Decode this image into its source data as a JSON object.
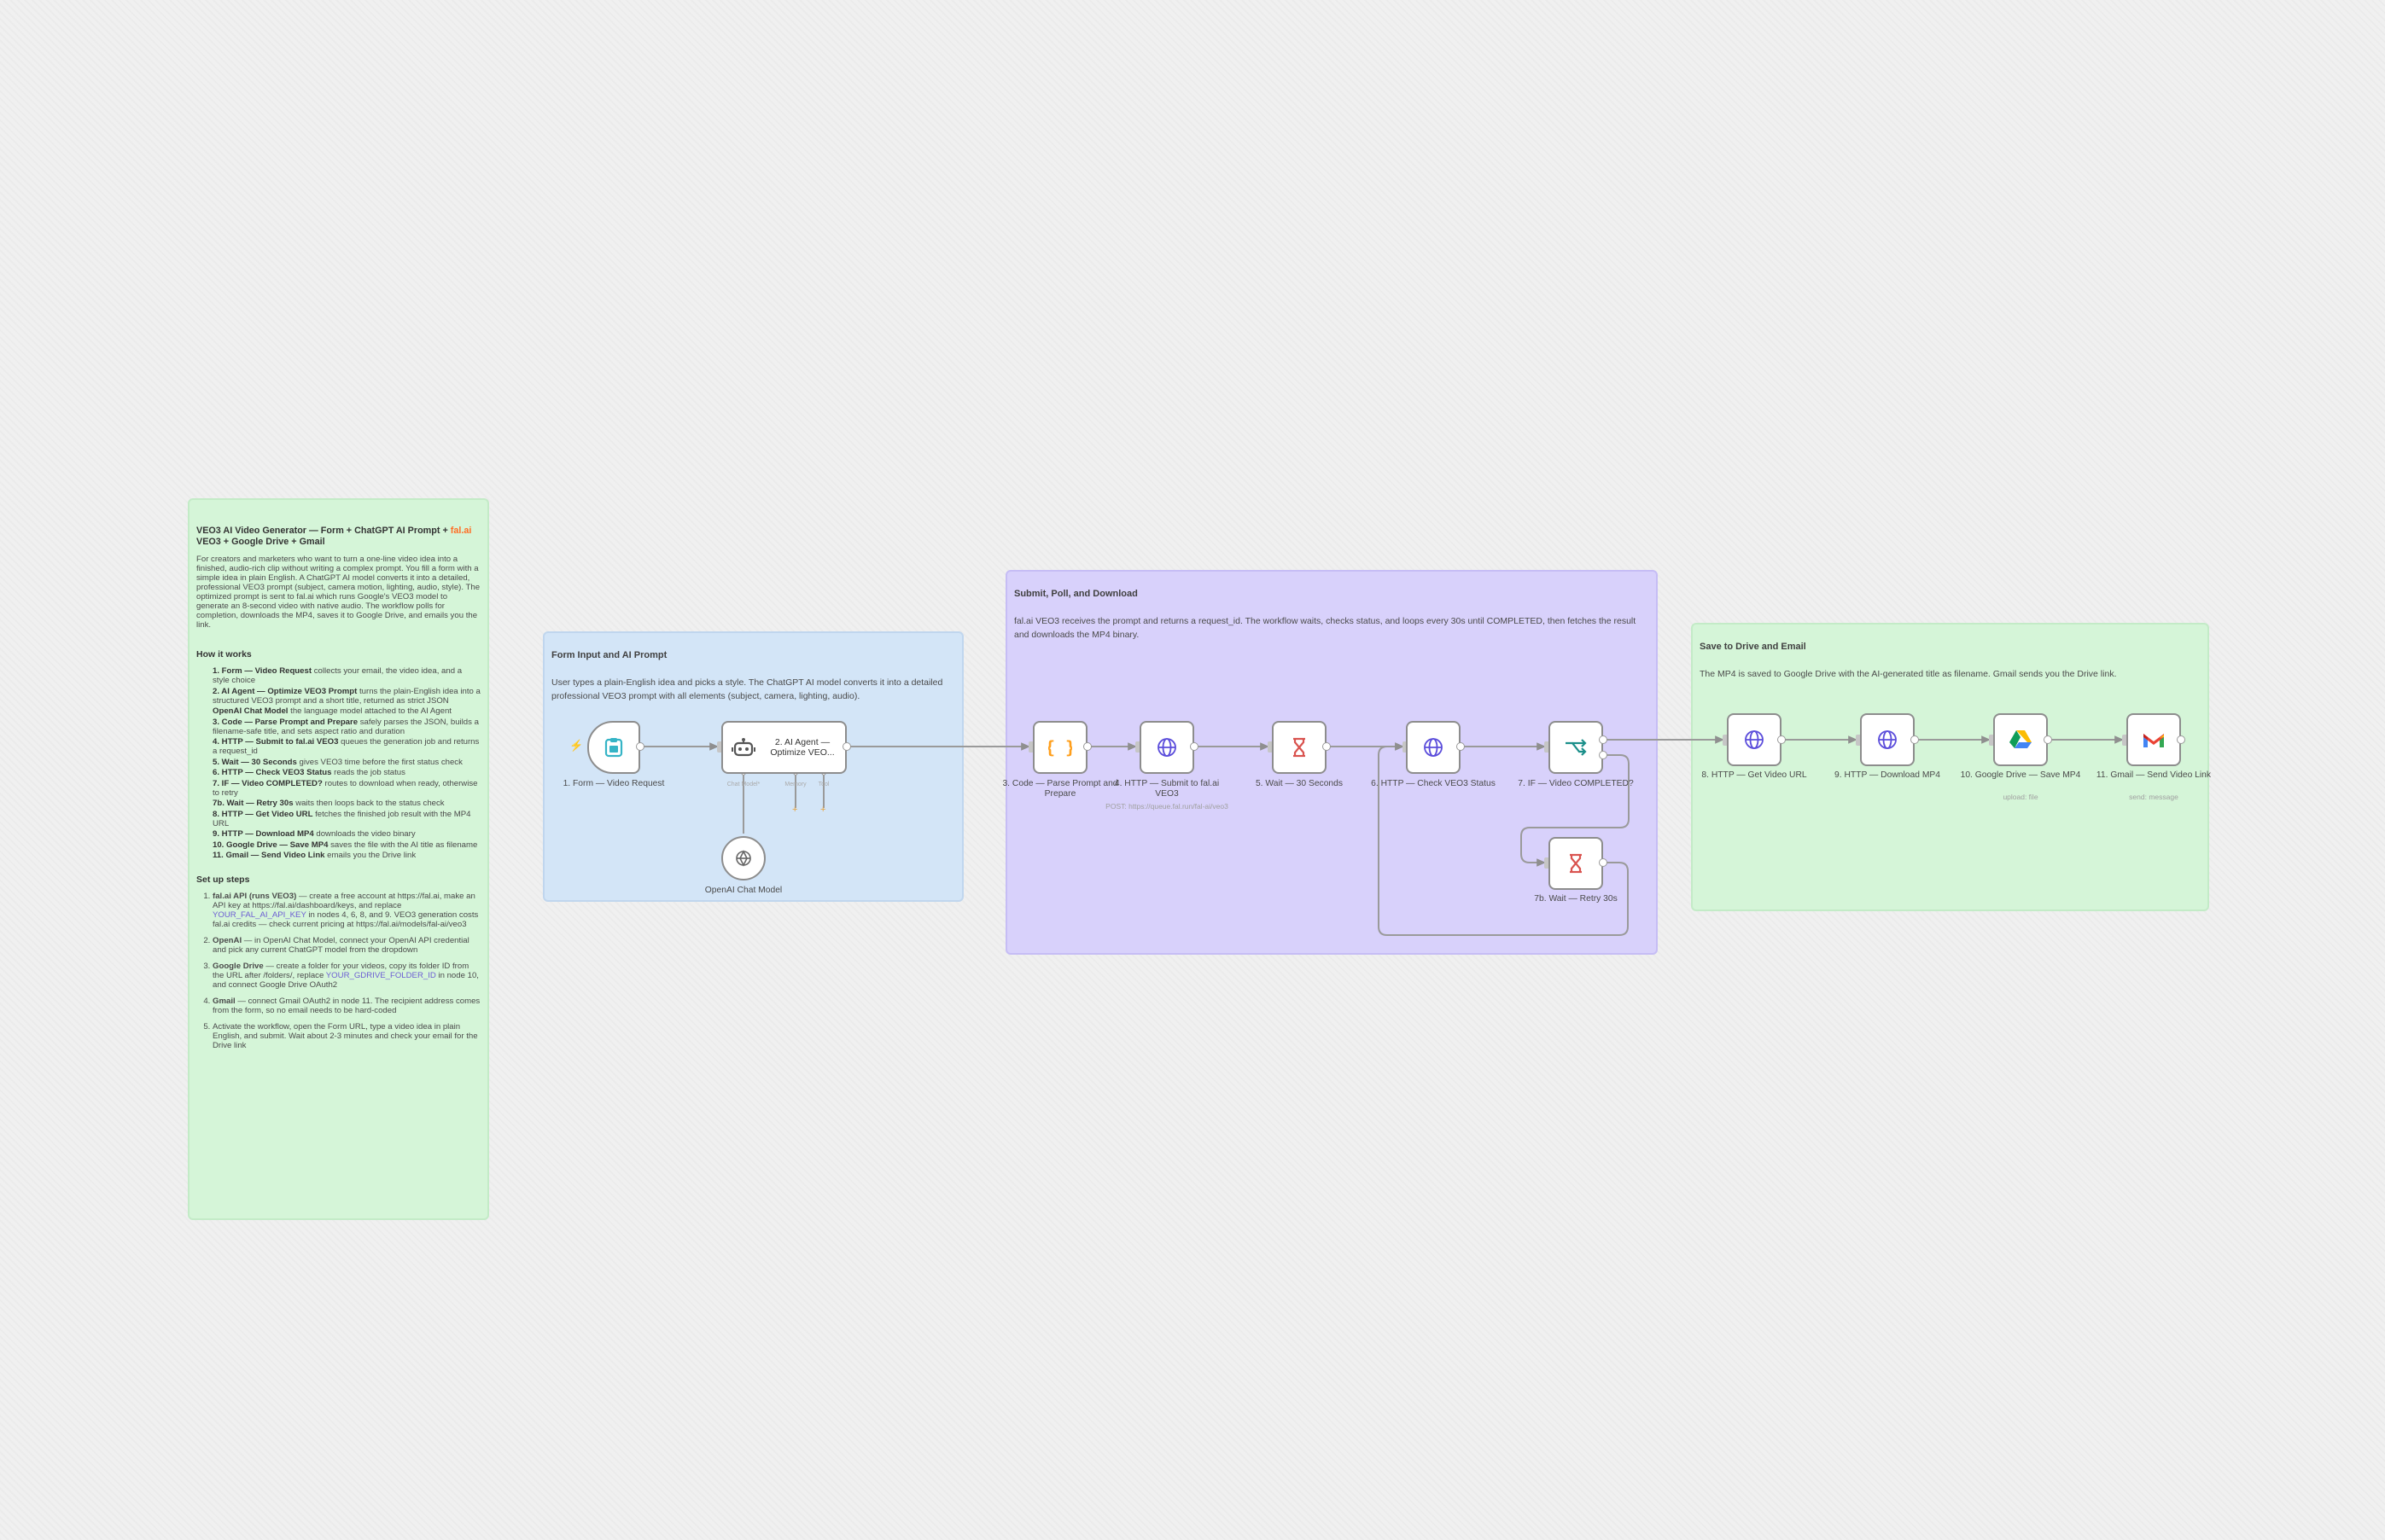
{
  "sticky_main": {
    "title_part1": "VEO3 AI Video Generator — Form + ChatGPT AI Prompt + ",
    "title_fal": "fal.ai",
    "title_part2": " VEO3 + Google Drive + Gmail",
    "intro": "For creators and marketers who want to turn a one-line video idea into a finished, audio-rich clip without writing a complex prompt. You fill a form with a simple idea in plain English. A ChatGPT AI model converts it into a detailed, professional VEO3 prompt (subject, camera motion, lighting, audio, style). The optimized prompt is sent to fal.ai which runs Google's VEO3 model to generate an 8-second video with native audio. The workflow polls for completion, downloads the MP4, saves it to Google Drive, and emails you the link.",
    "how_heading": "How it works",
    "how_items": [
      {
        "bold": "1. Form — Video Request",
        "text": " collects your email, the video idea, and a style choice"
      },
      {
        "bold": "2. AI Agent — Optimize VEO3 Prompt",
        "text": " turns the plain-English idea into a structured VEO3 prompt and a short title, returned as strict JSON"
      },
      {
        "bold": "OpenAI Chat Model",
        "text": " the language model attached to the AI Agent"
      },
      {
        "bold": "3. Code — Parse Prompt and Prepare",
        "text": " safely parses the JSON, builds a filename-safe title, and sets aspect ratio and duration"
      },
      {
        "bold": "4. HTTP — Submit to fal.ai VEO3",
        "text": " queues the generation job and returns a request_id"
      },
      {
        "bold": "5. Wait — 30 Seconds",
        "text": " gives VEO3 time before the first status check"
      },
      {
        "bold": "6. HTTP — Check VEO3 Status",
        "text": " reads the job status"
      },
      {
        "bold": "7. IF — Video COMPLETED?",
        "text": " routes to download when ready, otherwise to retry"
      },
      {
        "bold": "7b. Wait — Retry 30s",
        "text": " waits then loops back to the status check"
      },
      {
        "bold": "8. HTTP — Get Video URL",
        "text": " fetches the finished job result with the MP4 URL"
      },
      {
        "bold": "9. HTTP — Download MP4",
        "text": " downloads the video binary"
      },
      {
        "bold": "10. Google Drive — Save MP4",
        "text": " saves the file with the AI title as filename"
      },
      {
        "bold": "11. Gmail — Send Video Link",
        "text": " emails you the Drive link"
      }
    ],
    "setup_heading": "Set up steps",
    "setup_steps": [
      {
        "bold": "fal.ai API (runs VEO3)",
        "text": " — create a free account at https://fal.ai, make an API key at https://fal.ai/dashboard/keys, and replace ",
        "ph": "YOUR_FAL_AI_API_KEY",
        "text2": " in nodes 4, 6, 8, and 9. VEO3 generation costs fal.ai credits — check current pricing at https://fal.ai/models/fal-ai/veo3"
      },
      {
        "bold": "OpenAI",
        "text": " — in OpenAI Chat Model, connect your OpenAI API credential and pick any current ChatGPT model from the dropdown",
        "ph": "",
        "text2": ""
      },
      {
        "bold": "Google Drive",
        "text": " — create a folder for your videos, copy its folder ID from the URL after /folders/, replace ",
        "ph": "YOUR_GDRIVE_FOLDER_ID",
        "text2": " in node 10, and connect Google Drive OAuth2"
      },
      {
        "bold": "Gmail",
        "text": " — connect Gmail OAuth2 in node 11. The recipient address comes from the form, so no email needs to be hard-coded",
        "ph": "",
        "text2": ""
      },
      {
        "bold": "",
        "text": "Activate the workflow, open the Form URL, type a video idea in plain English, and submit. Wait about 2-3 minutes and check your email for the Drive link",
        "ph": "",
        "text2": ""
      }
    ]
  },
  "sticky_form": {
    "title": "Form Input and AI Prompt",
    "desc": "User types a plain-English idea and picks a style. The ChatGPT AI model converts it into a detailed professional VEO3 prompt with all elements (subject, camera, lighting, audio)."
  },
  "sticky_submit": {
    "title": "Submit, Poll, and Download",
    "desc": "fal.ai VEO3 receives the prompt and returns a request_id. The workflow waits, checks status, and loops every 30s until COMPLETED, then fetches the result and downloads the MP4 binary."
  },
  "sticky_save": {
    "title": "Save to Drive and Email",
    "desc": "The MP4 is saved to Google Drive with the AI-generated title as filename. Gmail sends you the Drive link."
  },
  "nodes": {
    "form": {
      "label": "1. Form — Video Request",
      "icon": "form-icon"
    },
    "agent": {
      "label": "2. AI Agent — Optimize VEO...",
      "icon": "robot-icon",
      "port_chat": "Chat Model*",
      "port_memory": "Memory",
      "port_tool": "Tool"
    },
    "openai": {
      "label": "OpenAI Chat Model",
      "icon": "openai-icon"
    },
    "code": {
      "label": "3. Code — Parse Prompt and Prepare",
      "icon": "code-braces-icon"
    },
    "http_submit": {
      "label": "4. HTTP — Submit to fal.ai VEO3",
      "sublabel": "POST: https://queue.fal.run/fal-ai/veo3",
      "icon": "globe-icon"
    },
    "wait30": {
      "label": "5. Wait — 30 Seconds",
      "icon": "hourglass-icon"
    },
    "check_status": {
      "label": "6. HTTP — Check VEO3 Status",
      "icon": "globe-icon"
    },
    "if_completed": {
      "label": "7. IF — Video COMPLETED?",
      "icon": "if-branch-icon"
    },
    "retry": {
      "label": "7b. Wait — Retry 30s",
      "icon": "hourglass-icon"
    },
    "get_url": {
      "label": "8. HTTP — Get Video URL",
      "icon": "globe-icon"
    },
    "download": {
      "label": "9. HTTP — Download MP4",
      "icon": "globe-icon"
    },
    "gdrive": {
      "label": "10. Google Drive — Save MP4",
      "sublabel": "upload: file",
      "icon": "google-drive-icon"
    },
    "gmail": {
      "label": "11. Gmail — Send Video Link",
      "sublabel": "send: message",
      "icon": "gmail-icon"
    }
  },
  "colors": {
    "trigger_accent": "#ff6d24",
    "form_icon": "#35b4c6",
    "code_icon": "#ff9f1c",
    "http_icon": "#5b4ddb",
    "wait_icon": "#d9534f",
    "if_icon": "#1b8f8a",
    "sticky_green": "#d5f5d8",
    "sticky_blue": "#d3e5f7",
    "sticky_purple": "#d8d1fb"
  }
}
